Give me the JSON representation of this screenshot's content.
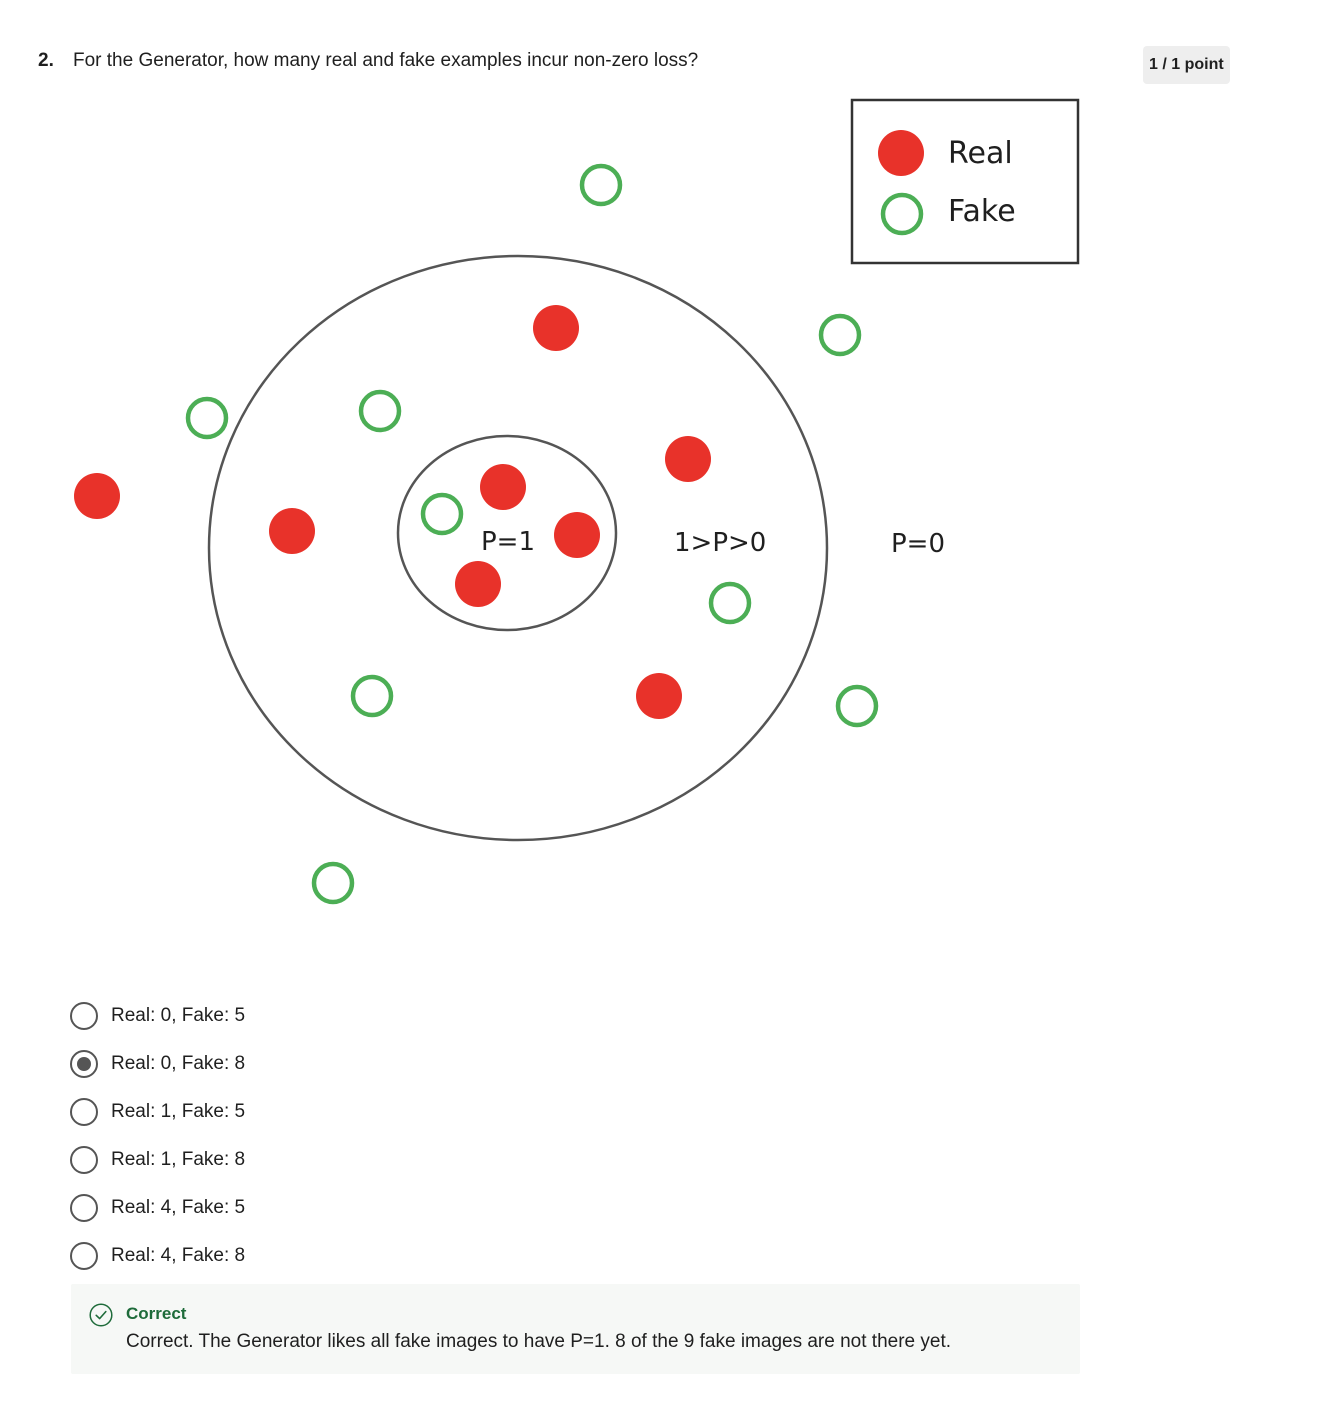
{
  "question": {
    "number": "2.",
    "text": "For the Generator, how many real and fake examples incur non-zero loss?",
    "points": "1 / 1 point"
  },
  "figure": {
    "region_labels": {
      "inner": "P=1",
      "middle": "1>P>0",
      "outer": "P=0"
    },
    "legend": {
      "real_label": "Real",
      "fake_label": "Fake",
      "real_color": "#e8322a",
      "fake_color": "#4cae55"
    }
  },
  "options": [
    {
      "label": "Real: 0, Fake: 5",
      "selected": false
    },
    {
      "label": "Real: 0, Fake: 8",
      "selected": true
    },
    {
      "label": "Real: 1, Fake: 5",
      "selected": false
    },
    {
      "label": "Real: 1, Fake: 8",
      "selected": false
    },
    {
      "label": "Real: 4, Fake: 5",
      "selected": false
    },
    {
      "label": "Real: 4, Fake: 8",
      "selected": false
    }
  ],
  "feedback": {
    "status": "Correct",
    "message": "Correct. The Generator likes all fake images to have P=1. 8 of the 9 fake images are not there yet.",
    "color": "#1e6b3a"
  }
}
